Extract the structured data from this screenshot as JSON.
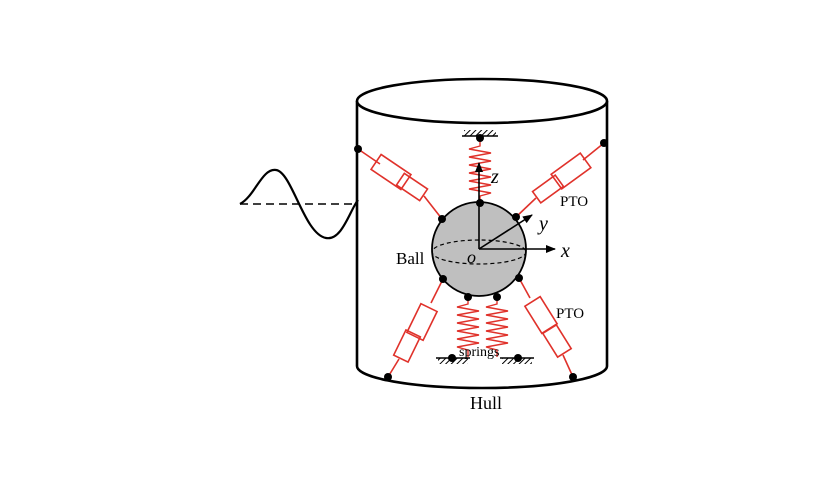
{
  "labels": {
    "z_axis": "z",
    "y_axis": "y",
    "x_axis": "x",
    "origin": "o",
    "ball": "Ball",
    "pto_upper": "PTO",
    "pto_lower": "PTO",
    "springs": "springs",
    "hull": "Hull"
  },
  "colors": {
    "line": "#000000",
    "spring": "#e0322b",
    "ball_fill": "#bfbfbf",
    "node": "#000000"
  },
  "icons": {
    "ground": "hatched-ground-icon",
    "wave": "sine-wave-icon"
  }
}
